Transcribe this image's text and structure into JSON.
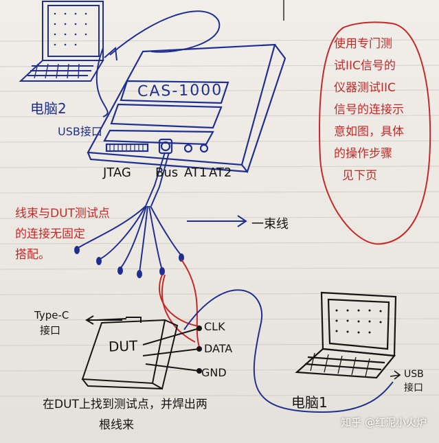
{
  "device": {
    "model": "CAS-1000",
    "ports": [
      "JTAG",
      "Bus",
      "AT1",
      "AT2"
    ]
  },
  "computers": {
    "pc2_label": "电脑2",
    "pc2_usb": "USB接口",
    "pc1_label": "电脑1",
    "pc1_usb_line1": "USB",
    "pc1_usb_line2": "接口"
  },
  "cable": {
    "note_line1": "线束与DUT测试点",
    "note_line2": "的连接无固定",
    "note_line3": "搭配。",
    "bundle_label": "一束线"
  },
  "dut": {
    "label": "DUT",
    "typec_line1": "Type-C",
    "typec_line2": "接口",
    "pins": [
      "CLK",
      "DATA",
      "GND"
    ],
    "caption_line1": "在DUT上找到测试点，并焊出两",
    "caption_line2": "根线来"
  },
  "side_note": {
    "lines": [
      "使用专门测",
      "试IIC信号的",
      "仪器测试IIC",
      "信号的连接示",
      "意如图，具体",
      "的操作步骤",
      "见下页"
    ]
  },
  "watermark": "知乎 @红泥小火炉",
  "colors": {
    "ink_blue": "#1f2f8f",
    "ink_red": "#c62828",
    "ink_black": "#141414"
  }
}
